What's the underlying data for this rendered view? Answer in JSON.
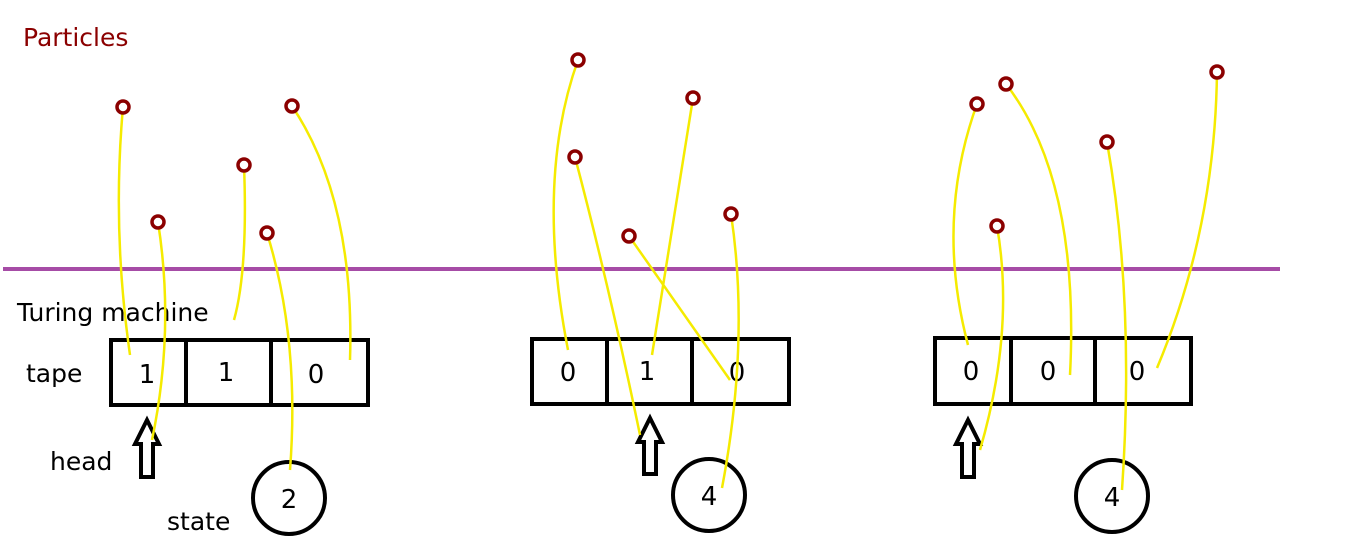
{
  "labels": {
    "particles": "Particles",
    "turing_machine": "Turing machine",
    "tape": "tape",
    "head": "head",
    "state": "state"
  },
  "machines": [
    {
      "tape": [
        "1",
        "1",
        "0"
      ],
      "head_cell": 0,
      "state": "2"
    },
    {
      "tape": [
        "0",
        "1",
        "0"
      ],
      "head_cell": 1,
      "state": "4"
    },
    {
      "tape": [
        "0",
        "0",
        "0"
      ],
      "head_cell": 0,
      "state": "4"
    }
  ],
  "colors": {
    "particle": "#8b0000",
    "thread": "#f5eb00",
    "divider": "#a64ca6"
  }
}
